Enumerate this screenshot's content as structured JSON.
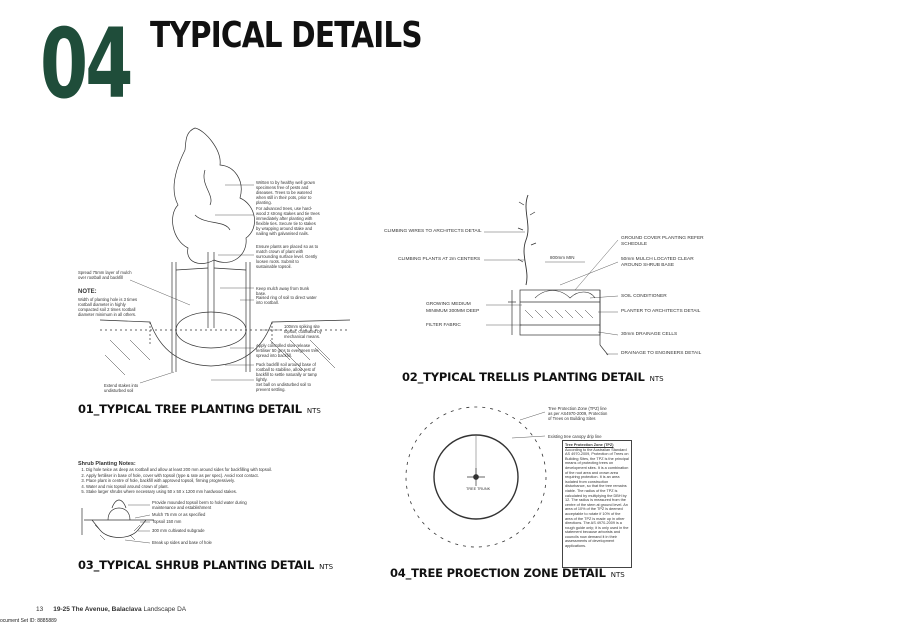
{
  "header": {
    "section_number": "04",
    "title": "TYPICAL DETAILS"
  },
  "details": {
    "tree": {
      "caption": "01_TYPICAL TREE PLANTING DETAIL",
      "nts": "NTS",
      "labels": {
        "mulch": "Spread 75mm layer of mulch over rootball and backfill",
        "note_head": "NOTE:",
        "note_body": "Width of planting hole is 3 times rootball diameter in highly compacted soil 2 times rootball diameter minimum in all others.",
        "stakes": "Extend stakes into undisturbed soil",
        "r1": "Written to by healthy well grown specimens free of pests and diseases. Trees to be watered when still in their pots, prior to planting.",
        "r2": "For advanced trees, use hard-wood 2 strong stakes and tie trees immediately after planting with flexible ties. Secure tie to stakes by wrapping around stake and nailing with galvanised nails.",
        "r3": "Ensure plants are placed so as to match crown of plant with surrounding surface level. Gently loosen roots. Submit to sustainable topsoil.",
        "r4": "Keep mulch away from trunk base.",
        "r5": "Raised ring of soil to direct water into rootball.",
        "r6": "100mm spiking site topsoil, cultivated by mechanical means.",
        "r7": "Apply controlled slow release fertiliser 50 gms to evergreen tree spread into backfill.",
        "r8": "Pack backfill soil around base of rootball to stabilise, allow rest of backfill to settle naturally or tamp lightly.",
        "r9": "Set ball on undisturbed soil to prevent settling."
      }
    },
    "trellis": {
      "caption": "02_TYPICAL TRELLIS PLANTING DETAIL",
      "nts": "NTS",
      "labels": {
        "l1": "CLIMBING WIRES TO ARCHITECTS DETAIL",
        "l2": "CLIMBING PLANTS AT 2m CENTERS",
        "l3": "GROWING MEDIUM",
        "l4": "MINIMUM 300MM DEEP",
        "l5": "FILTER FABRIC",
        "r1": "GROUND COVER PLANTING REFER SCHEDULE",
        "r2": "50mm MULCH LOCATED CLEAR AROUND SHRUB BASE",
        "r3": "SOIL CONDITIONER",
        "r4": "PLANTER TO ARCHITECTS DETAIL",
        "r5": "30mm DRAINAGE CELLS",
        "r6": "DRAINAGE TO ENGINEERS DETAIL",
        "dim": "800mm MIN"
      }
    },
    "shrub": {
      "caption": "03_TYPICAL SHRUB PLANTING DETAIL",
      "nts": "NTS",
      "notes_title": "Shrub Planting Notes:",
      "notes": [
        "Dig hole twice as deep as rootball and allow at least 200 mm around sides for backfilling with topsoil.",
        "Apply fertiliser in base of hole, cover with topsoil (type & rate as per spec). Avoid root contact.",
        "Place plant in centre of hole, backfill with approved topsoil, firming progressively.",
        "Water and mix topsoil around crown of plant.",
        "Stake larger shrubs where necessary using 50 x 50 x 1200 mm hardwood stakes."
      ],
      "labels": {
        "l1": "Provide mounded topsoil berm to hold water during maintenance and establishment",
        "l2": "Mulch 75 mm or as specified",
        "l3": "Topsoil 150 mm",
        "l4": "300 mm cultivated subgrade",
        "l5": "Break up sides and base of hole"
      }
    },
    "tpz": {
      "caption": "04_TREE PROECTION ZONE DETAIL",
      "nts": "NTS",
      "labels": {
        "trunk": "TREE TRUNK",
        "tpz_note": "Tree Protection Zone (TPZ) line as per AS4970-2009, Protection of Trees on Building Sites",
        "canopy": "Existing tree canopy drip line",
        "box_title": "Tree Protection Zone (TPZ)",
        "box_body": "According to the Australian Standard AS 4970-2009, Protection of Trees on Building Sites, the TPZ is the principal means of protecting trees on development sites. It is a combination of the root area and crown area requiring protection. It is an area isolated from construction disturbance, so that the tree remains viable. The radius of the TPZ is calculated by multiplying the DBH by 12. The radius is measured from the centre of the stem at ground level. An area of 10% of the TPZ is deemed acceptable to rotate if 10% of the area of the TPZ is made up in other directions. The AS 4970-2009 is a rough guide only; it is only used in the statement because arborists and councils now demand it in their assessments of development applications."
      }
    }
  },
  "footer": {
    "page_number": "13",
    "project": "19-25 The Avenue, Balaclava",
    "doc_type": "Landscape DA",
    "doc_set": "ocument Set ID: 8885889"
  }
}
